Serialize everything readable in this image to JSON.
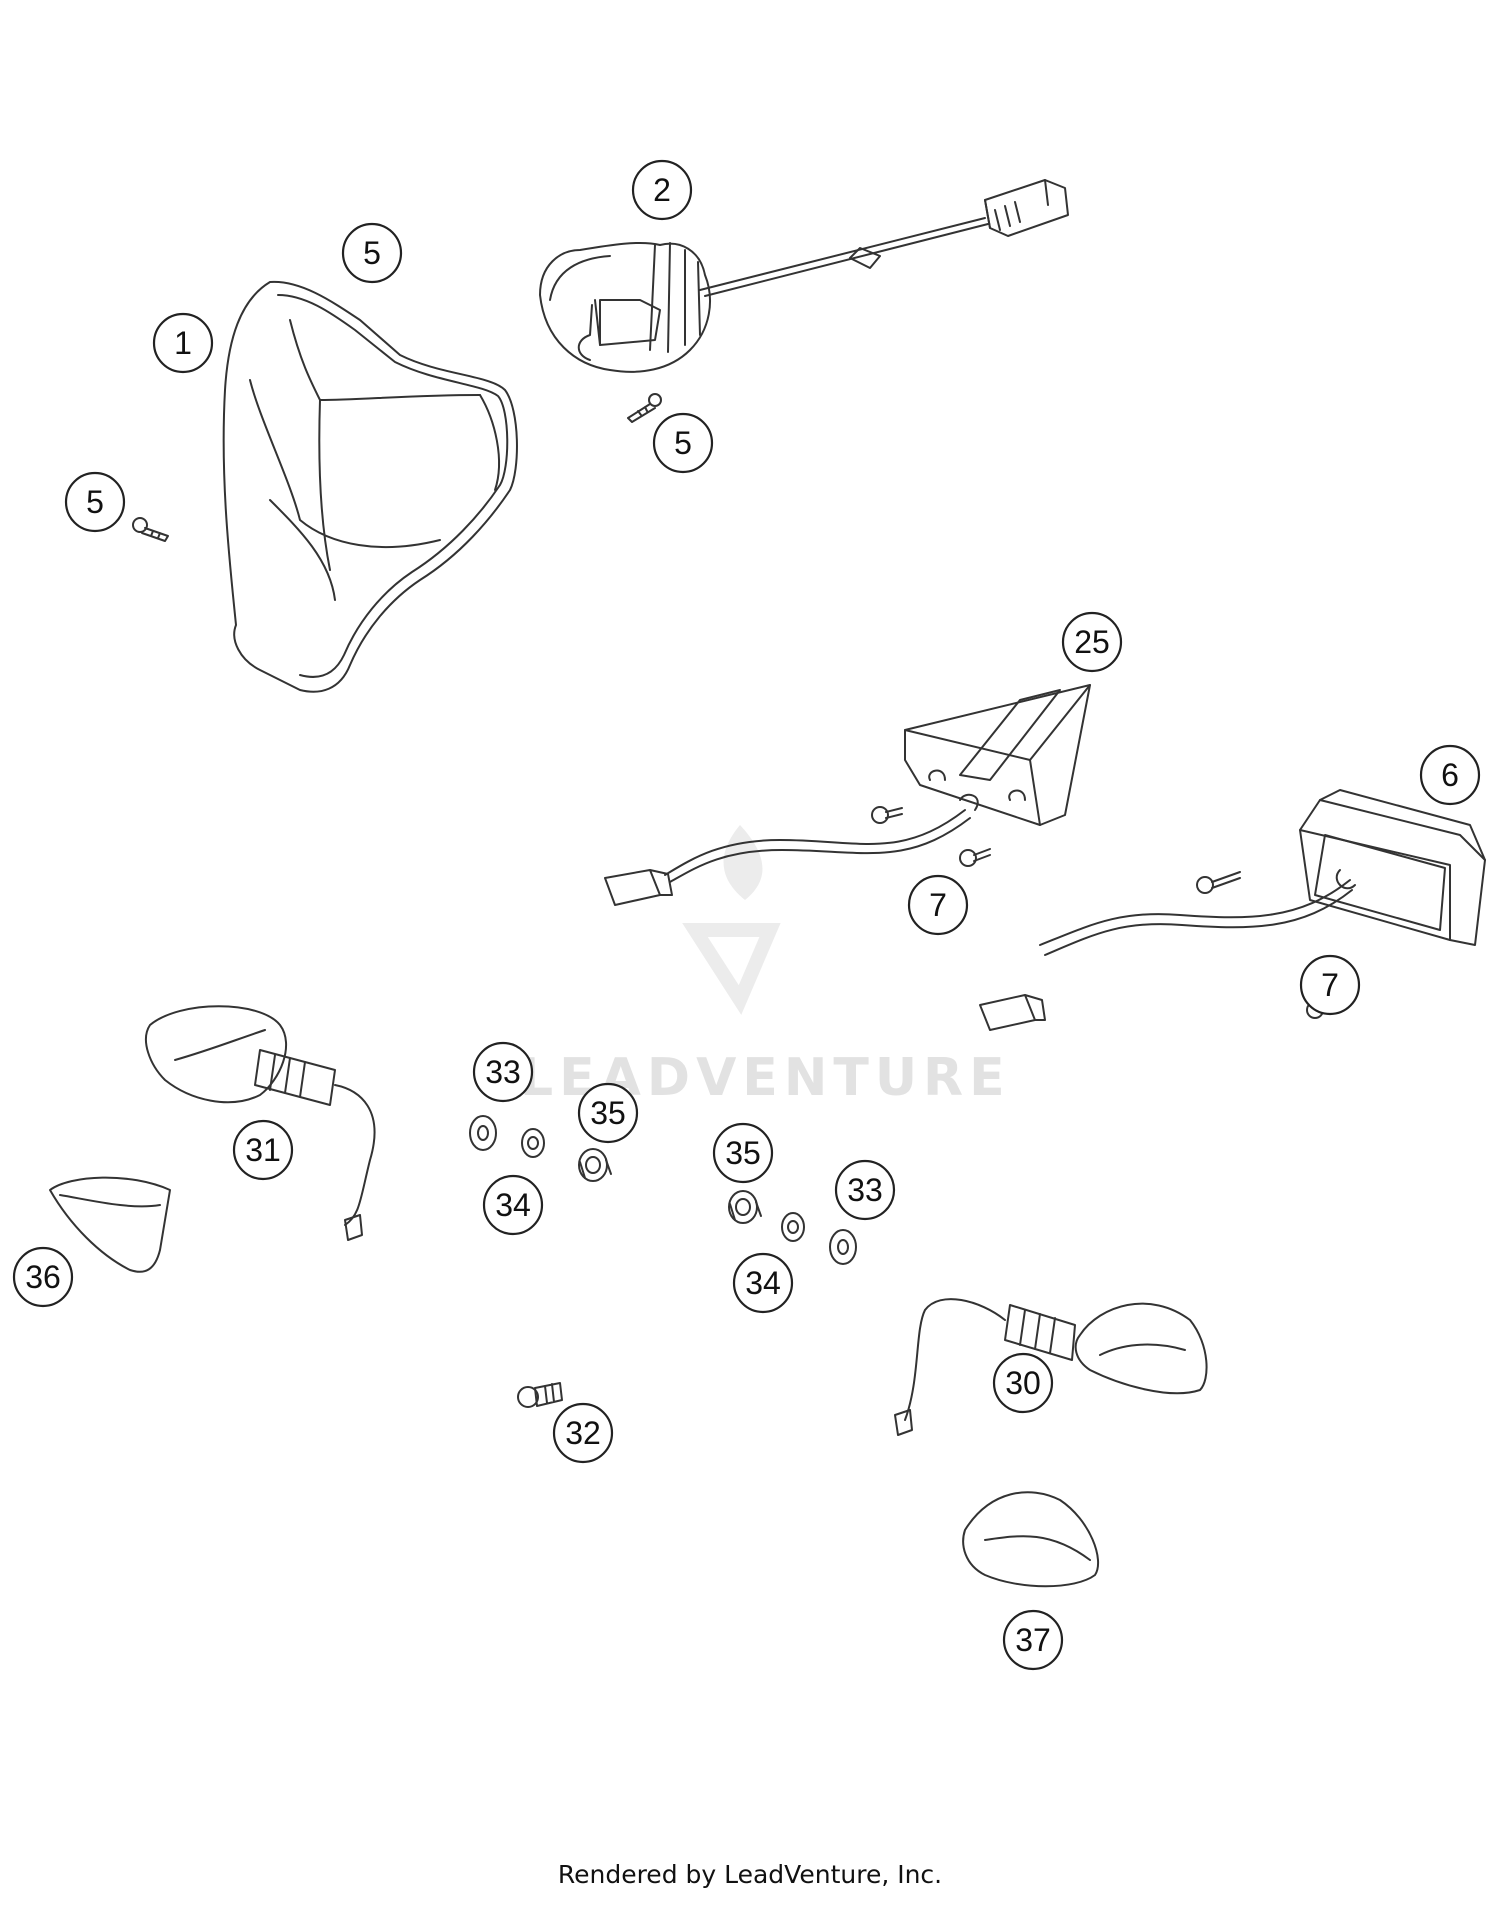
{
  "callouts": [
    "1",
    "2",
    "5",
    "5",
    "5",
    "25",
    "6",
    "7",
    "7",
    "33",
    "35",
    "34",
    "35",
    "33",
    "34",
    "31",
    "36",
    "30",
    "32",
    "37"
  ],
  "watermark": {
    "brand": "LEADVENTURE"
  },
  "footer": {
    "text": "Rendered by LeadVenture, Inc."
  },
  "colors": {
    "line": "#333333",
    "watermark": "#e2e2e2"
  }
}
